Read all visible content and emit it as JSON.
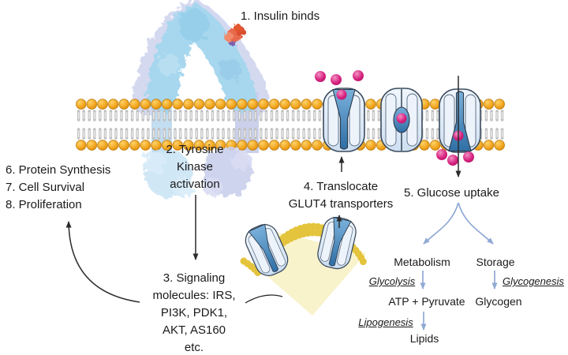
{
  "pathway": {
    "step1_label": "1. Insulin binds",
    "step2_label": "2. Tyrosine\nKinase\nactivation",
    "step3_label": "3. Signaling\nmolecules: IRS,\nPI3K, PDK1,\nAKT, AS160\netc.",
    "step4_label": "4. Translocate\nGLUT4 transporters",
    "step5_label": "5. Glucose uptake",
    "outcomes": [
      "6. Protein Synthesis",
      "7. Cell Survival",
      "8. Proliferation"
    ]
  },
  "glucose_fate": {
    "metabolism": "Metabolism",
    "storage": "Storage",
    "glycolysis": "Glycolysis",
    "glycogenesis": "Glycogenesis",
    "atp_pyruvate": "ATP + Pyruvate",
    "glycogen": "Glycogen",
    "lipogenesis": "Lipogenesis",
    "lipids": "Lipids"
  },
  "colors": {
    "membrane_head": "#ED9A0C",
    "glucose": "#CE1E79",
    "transporter_body": "#DDE9F7",
    "transporter_channel": "#4A8BBF",
    "receptor_blue": "#A7D7EE",
    "receptor_lavender": "#C9CFEC",
    "insulin": "#E8694C",
    "vesicle_membrane": "#E4C43C",
    "light_beam": "#F9F3CC",
    "flow_arrow": "#9AB2D8",
    "step_arrow": "#2B2B2B",
    "text": "#1A1A1A"
  }
}
